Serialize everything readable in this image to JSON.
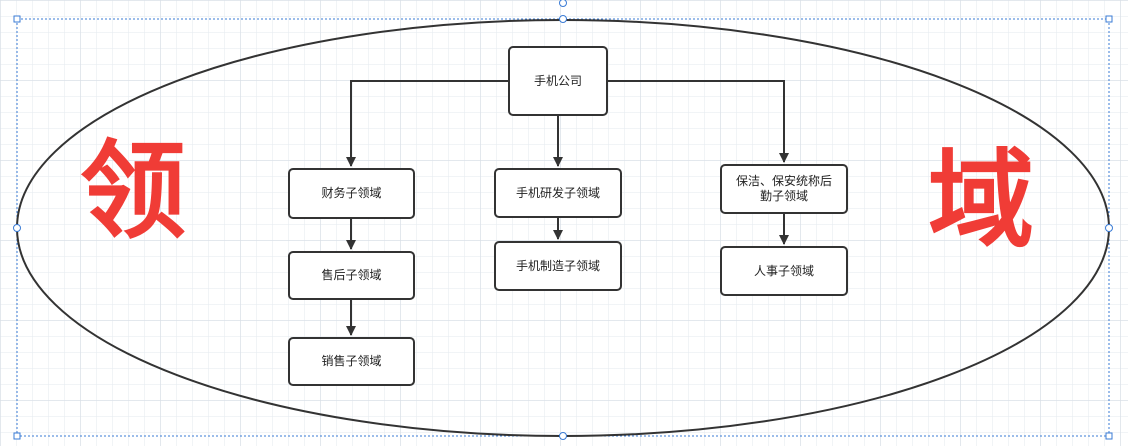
{
  "diagram": {
    "left_label": "领",
    "right_label": "域",
    "nodes": {
      "root": "手机公司",
      "finance": "财务子领域",
      "after_sales": "售后子领域",
      "sales": "销售子领域",
      "rnd": "手机研发子领域",
      "manufacturing": "手机制造子领域",
      "logistics": "保洁、保安统称后\n勤子领域",
      "hr": "人事子领域"
    },
    "colors": {
      "accent": "#f03c36",
      "stroke": "#333333",
      "selection": "#3a7bd5"
    }
  }
}
